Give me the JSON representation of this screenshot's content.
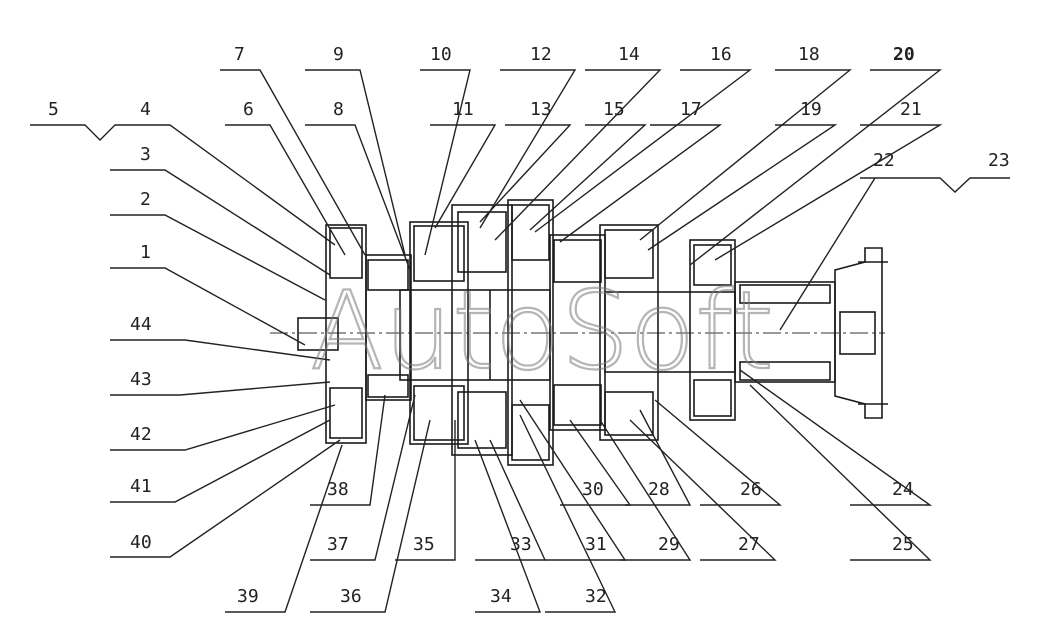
{
  "diagram": {
    "watermark": "AutoSoft",
    "callouts": [
      "1",
      "2",
      "3",
      "4",
      "5",
      "6",
      "7",
      "8",
      "9",
      "10",
      "11",
      "12",
      "13",
      "14",
      "15",
      "16",
      "17",
      "18",
      "19",
      "20",
      "21",
      "22",
      "23",
      "24",
      "25",
      "26",
      "27",
      "28",
      "29",
      "30",
      "31",
      "32",
      "33",
      "34",
      "35",
      "36",
      "37",
      "38",
      "39",
      "40",
      "41",
      "42",
      "43",
      "44"
    ]
  },
  "colors": {
    "ink": "#1a1a1a",
    "paper": "#ffffff",
    "watermark": "#7a7a7a"
  }
}
